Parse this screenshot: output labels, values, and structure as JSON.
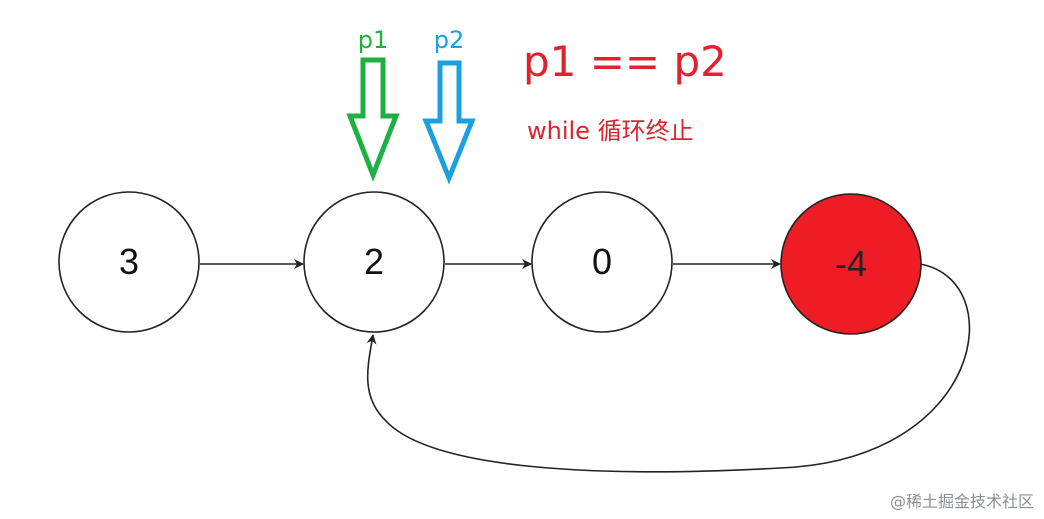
{
  "colors": {
    "p1": "#1fb043",
    "p2": "#1a9fe0",
    "text_red": "#e0222e",
    "node_fill_highlight": "#ee1c25",
    "stroke": "#222222",
    "watermark": "#8a8f99"
  },
  "nodes": [
    {
      "id": "n0",
      "label": "3",
      "highlight": false
    },
    {
      "id": "n1",
      "label": "2",
      "highlight": false
    },
    {
      "id": "n2",
      "label": "0",
      "highlight": false
    },
    {
      "id": "n3",
      "label": "-4",
      "highlight": true
    }
  ],
  "edges": [
    {
      "from": "n0",
      "to": "n1"
    },
    {
      "from": "n1",
      "to": "n2"
    },
    {
      "from": "n2",
      "to": "n3"
    },
    {
      "from": "n3",
      "to": "n1",
      "curved": true
    }
  ],
  "pointers": [
    {
      "label": "p1",
      "target": "n1",
      "color_key": "p1"
    },
    {
      "label": "p2",
      "target": "n1",
      "color_key": "p2"
    }
  ],
  "condition_text": "p1 == p2",
  "note_text": "while 循环终止",
  "watermark": "@稀土掘金技术社区"
}
